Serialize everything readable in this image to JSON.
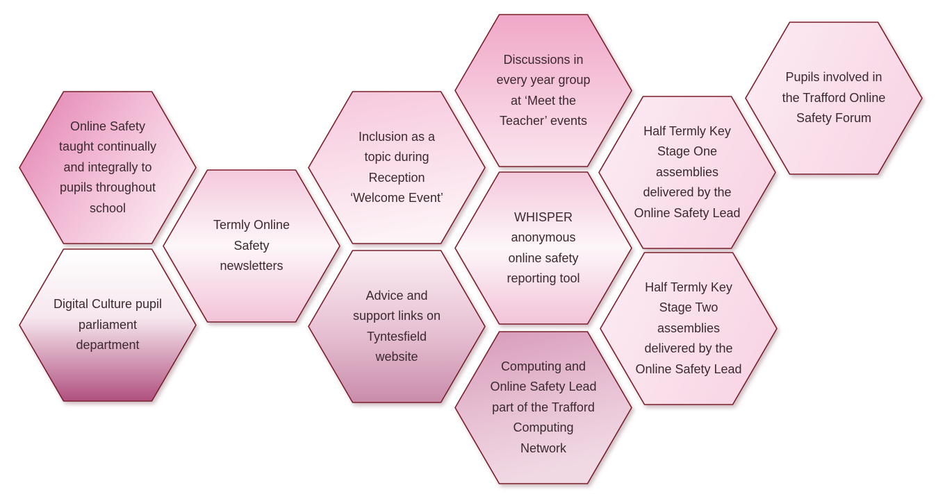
{
  "colors": {
    "outline": "#7a1e2a",
    "text": "#3a2a2f",
    "fill_pink_strong": "#e8a0c2",
    "fill_pink_light": "#f7dce8",
    "fill_mauve": "#c98fb0",
    "fill_plum": "#b05885",
    "fill_white": "#ffffff"
  },
  "hexagons": [
    {
      "id": "online-safety-taught",
      "lines": [
        "Online Safety",
        "taught continually",
        "and integrally to",
        "pupils throughout",
        "school"
      ],
      "style": "pink-strong"
    },
    {
      "id": "digital-culture",
      "lines": [
        "Digital Culture pupil",
        "parliament",
        "department"
      ],
      "style": "white-to-plum"
    },
    {
      "id": "termly-newsletters",
      "lines": [
        "Termly Online",
        "Safety",
        "newsletters"
      ],
      "style": "pink-light-mid"
    },
    {
      "id": "inclusion-reception",
      "lines": [
        "Inclusion as a",
        "topic during",
        "Reception",
        "‘Welcome Event’"
      ],
      "style": "pink-light-top"
    },
    {
      "id": "advice-support",
      "lines": [
        "Advice and",
        "support links on",
        "Tyntesfield",
        "website"
      ],
      "style": "white-to-mauve"
    },
    {
      "id": "discussions-year-group",
      "lines": [
        "Discussions in",
        "every year group",
        "at ‘Meet the",
        "Teacher’ events"
      ],
      "style": "pink-strong-top"
    },
    {
      "id": "whisper-tool",
      "lines": [
        "WHISPER",
        "anonymous",
        "online safety",
        "reporting tool"
      ],
      "style": "pink-light-mid"
    },
    {
      "id": "computing-lead",
      "lines": [
        "Computing and",
        "Online Safety Lead",
        "part of the Trafford",
        "Computing",
        "Network"
      ],
      "style": "mauve-to-white"
    },
    {
      "id": "half-termly-ks1",
      "lines": [
        "Half Termly Key",
        "Stage One",
        "assemblies",
        "delivered by the",
        "Online Safety Lead"
      ],
      "style": "pink-light-right"
    },
    {
      "id": "half-termly-ks2",
      "lines": [
        "Half Termly Key",
        "Stage Two",
        "assemblies",
        "delivered by the",
        "Online Safety Lead"
      ],
      "style": "pink-light-right"
    },
    {
      "id": "trafford-forum",
      "lines": [
        "Pupils involved in",
        "the Trafford Online",
        "Safety Forum"
      ],
      "style": "pink-light-right"
    }
  ]
}
